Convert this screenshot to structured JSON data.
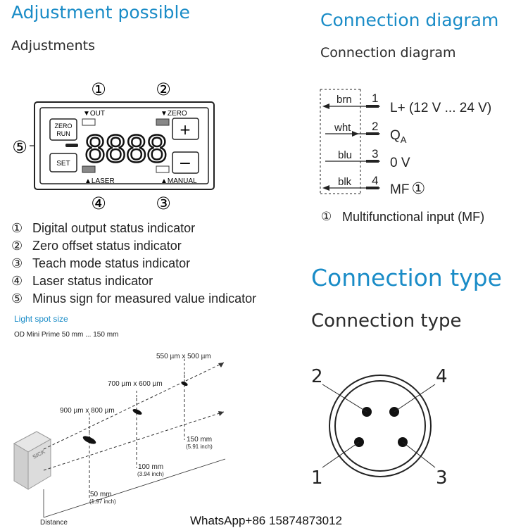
{
  "left": {
    "heading": "Adjustment possible",
    "subheading": "Adjustments",
    "panel": {
      "callouts": [
        "①",
        "②",
        "③",
        "④",
        "⑤"
      ],
      "out_label": "▼OUT",
      "zero_label": "▼ZERO",
      "laser_label": "▲LASER",
      "manual_label": "▲MANUAL",
      "zero_run_line1": "ZERO",
      "zero_run_line2": "RUN",
      "set_label": "SET",
      "plus_label": "+",
      "minus_label": "−",
      "display_digits": "8888"
    },
    "legend": [
      {
        "num": "①",
        "text": "Digital output status indicator"
      },
      {
        "num": "②",
        "text": "Zero offset status indicator"
      },
      {
        "num": "③",
        "text": "Teach mode status indicator"
      },
      {
        "num": "④",
        "text": "Laser status indicator"
      },
      {
        "num": "⑤",
        "text": "Minus sign for measured value indicator"
      }
    ],
    "light_spot": {
      "title": "Light spot size",
      "subtitle": "OD Mini Prime 50 mm ... 150 mm",
      "spot1": "900 µm x 800 µm",
      "spot2": "700 µm x 600 µm",
      "spot3": "550 µm x 500 µm",
      "dist1": "50 mm",
      "dist1_in": "(1.97 inch)",
      "dist2": "100 mm",
      "dist2_in": "(3.94 inch)",
      "dist3": "150 mm",
      "dist3_in": "(5.91 inch)",
      "distance_label": "Distance",
      "brand": "SICK"
    }
  },
  "right": {
    "conn_diagram_heading": "Connection diagram",
    "conn_diagram_sub": "Connection diagram",
    "pins": [
      {
        "wire": "brn",
        "num": "1",
        "func": "L+ (12 V ... 24 V)"
      },
      {
        "wire": "wht",
        "num": "2",
        "func": "Q",
        "func_sub": "A"
      },
      {
        "wire": "blu",
        "num": "3",
        "func": "0 V"
      },
      {
        "wire": "blk",
        "num": "4",
        "func": "MF",
        "func_mark": "①"
      }
    ],
    "footnote_num": "①",
    "footnote_text": "Multifunctional input (MF)",
    "conn_type_heading": "Connection type",
    "conn_type_sub": "Connection type",
    "connector_pins": [
      "2",
      "4",
      "1",
      "3"
    ]
  },
  "watermark": "WhatsApp+86 15874873012"
}
